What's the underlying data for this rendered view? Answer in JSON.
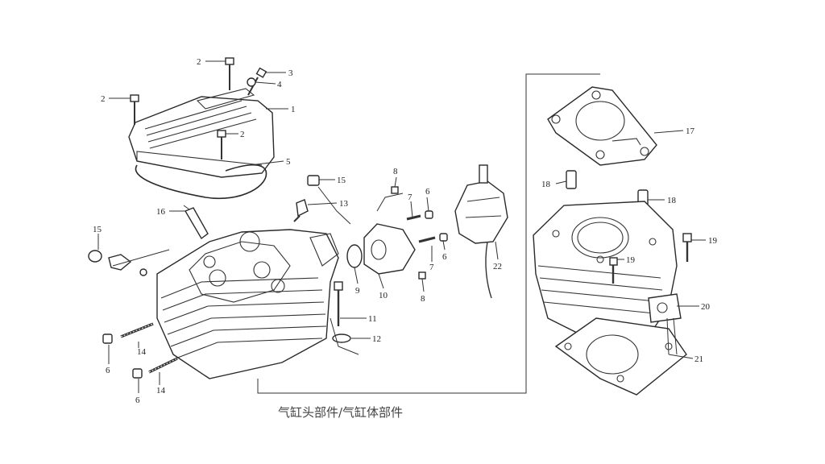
{
  "labels": {
    "n1": "1",
    "n2a": "2",
    "n2b": "2",
    "n2c": "2",
    "n3": "3",
    "n4": "4",
    "n5": "5",
    "n6a": "6",
    "n6b": "6",
    "n6c": "6",
    "n6d": "6",
    "n7a": "7",
    "n7b": "7",
    "n8a": "8",
    "n8b": "8",
    "n9": "9",
    "n10": "10",
    "n11": "11",
    "n12": "12",
    "n13": "13",
    "n14a": "14",
    "n14b": "14",
    "n15a": "15",
    "n15b": "15",
    "n16": "16",
    "n17": "17",
    "n18a": "18",
    "n18b": "18",
    "n19a": "19",
    "n19b": "19",
    "n20": "20",
    "n21": "21",
    "n22": "22"
  },
  "caption": "气缸头部件/气缸体部件"
}
